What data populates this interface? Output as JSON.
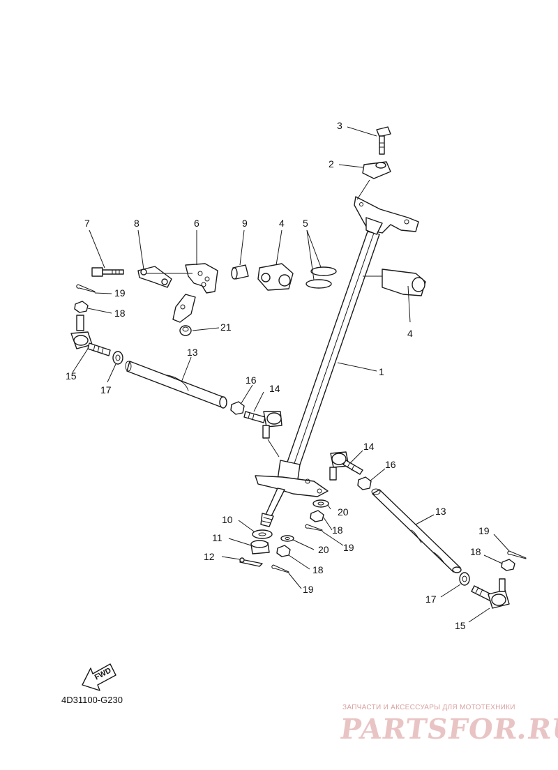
{
  "callouts": {
    "c1": "1",
    "c2": "2",
    "c3": "3",
    "c4a": "4",
    "c4b": "4",
    "c5": "5",
    "c6": "6",
    "c7": "7",
    "c8": "8",
    "c9": "9",
    "c10": "10",
    "c11": "11",
    "c12": "12",
    "c13a": "13",
    "c13b": "13",
    "c14a": "14",
    "c14b": "14",
    "c15a": "15",
    "c15b": "15",
    "c16a": "16",
    "c16b": "16",
    "c17a": "17",
    "c17b": "17",
    "c18a": "18",
    "c18b": "18",
    "c18c": "18",
    "c18d": "18",
    "c19a": "19",
    "c19b": "19",
    "c19c": "19",
    "c19d": "19",
    "c20a": "20",
    "c20b": "20",
    "c21": "21"
  },
  "fwd_label": "FWD",
  "diagram_code": "4D31100-G230",
  "watermark": {
    "tagline": "ЗАПЧАСТИ И АКСЕССУАРЫ ДЛЯ МОТОТЕХНИКИ",
    "logo": "PARTSFOR.RU"
  }
}
